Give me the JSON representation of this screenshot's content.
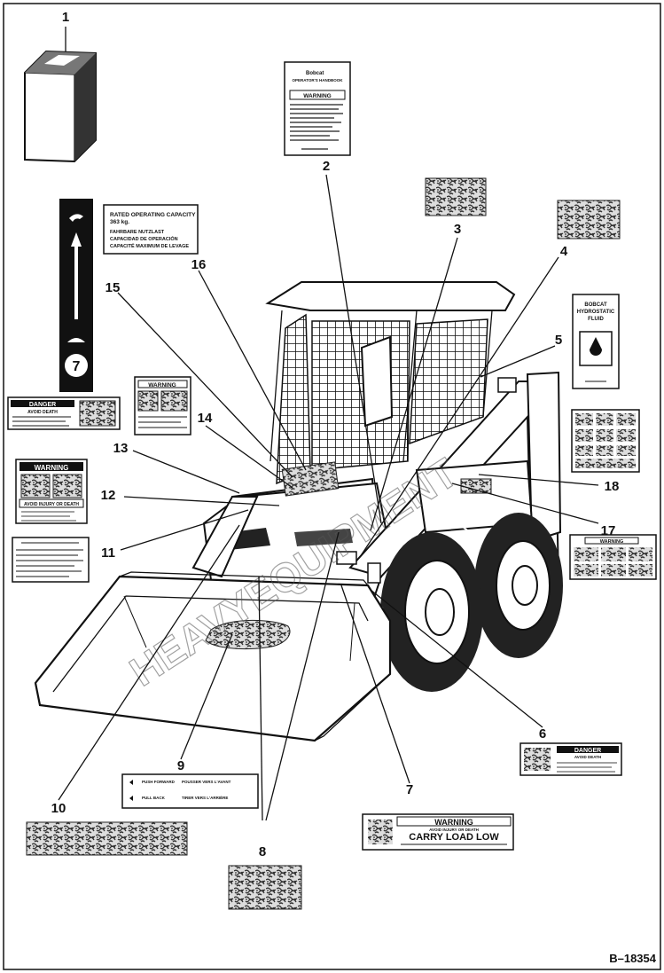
{
  "figure_ref": "B–18354",
  "watermark": "HEAVYEQUIPMENT",
  "callouts": [
    {
      "n": "1"
    },
    {
      "n": "2"
    },
    {
      "n": "3"
    },
    {
      "n": "4"
    },
    {
      "n": "5"
    },
    {
      "n": "6"
    },
    {
      "n": "7"
    },
    {
      "n": "8"
    },
    {
      "n": "9"
    },
    {
      "n": "10"
    },
    {
      "n": "11"
    },
    {
      "n": "12"
    },
    {
      "n": "13"
    },
    {
      "n": "14"
    },
    {
      "n": "15"
    },
    {
      "n": "16"
    },
    {
      "n": "17"
    },
    {
      "n": "18"
    }
  ],
  "decals": {
    "operators_handbook": {
      "brand": "Bobcat",
      "title": "OPERATOR'S HANDBOOK",
      "warning": "WARNING"
    },
    "capacity": {
      "line1": "RATED OPERATING CAPACITY",
      "line2": "363 kg.",
      "line3": "FAHRBARE NUTZLAST",
      "line4": "CAPACIDAD DE OPERACIÓN",
      "line5": "CAPACITÉ MAXIMUM DE LEVAGE"
    },
    "hydrostatic": {
      "line1": "BOBCAT",
      "line2": "HYDROSTATIC",
      "line3": "FLUID"
    },
    "danger_left": {
      "title": "DANGER",
      "sub": "AVOID DEATH"
    },
    "warning_left": {
      "title": "WARNING",
      "sub": "AVOID INJURY OR DEATH"
    },
    "warning_center": {
      "title": "WARNING"
    },
    "danger_right": {
      "title": "DANGER",
      "sub": "AVOID DEATH"
    },
    "warning_right": {
      "title": "WARNING"
    },
    "carry_load": {
      "title": "WARNING",
      "sub": "AVOID INJURY OR DEATH",
      "main": "CARRY LOAD LOW"
    },
    "lever": {
      "left_top": "PUSH FORWARD",
      "right_top": "POUSSER VERS L'AVANT",
      "left_bottom": "PULL BACK",
      "right_bottom": "TIRER VERS L'ARRIÈRE"
    },
    "speed_badge": {
      "value": "7"
    }
  }
}
